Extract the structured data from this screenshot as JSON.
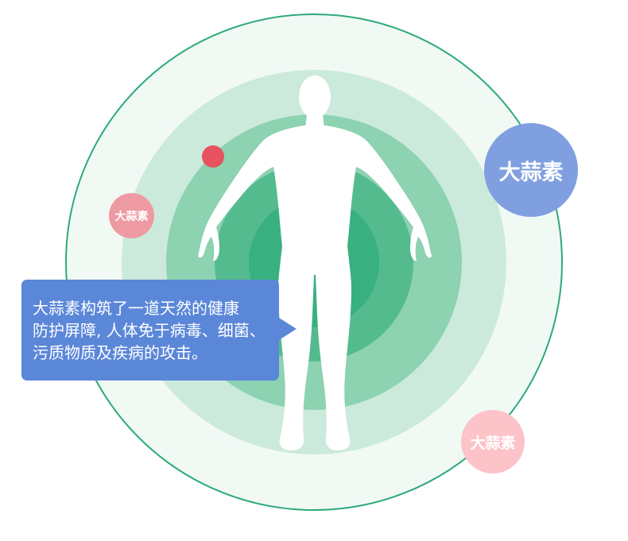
{
  "colors": {
    "ring_outline": "#2eaa7a",
    "ring_1": "#f1f9f5",
    "ring_2": "#cbeadb",
    "ring_3": "#8dd2b1",
    "ring_4": "#54bb8e",
    "ring_5": "#38b07f",
    "core": "#2aa872",
    "callout_bg": "#5b87d9",
    "bubble_blue": "#7f9fe0",
    "bubble_pink": "#ee9aa3",
    "bubble_light_pink": "#fcc3c8",
    "red_dot": "#e8515e",
    "figure": "#ffffff"
  },
  "figure": {
    "icon": "human-body-silhouette"
  },
  "bubbles": {
    "blue": {
      "label": "大蒜素"
    },
    "pink_left": {
      "label": "大蒜素"
    },
    "pink_bottom": {
      "label": "大蒜素"
    }
  },
  "callout": {
    "lines": [
      "大蒜素构筑了一道天然的健康",
      "防护屏障, 人体免于病毒、细菌、",
      "污质物质及疾病的攻击。"
    ]
  }
}
